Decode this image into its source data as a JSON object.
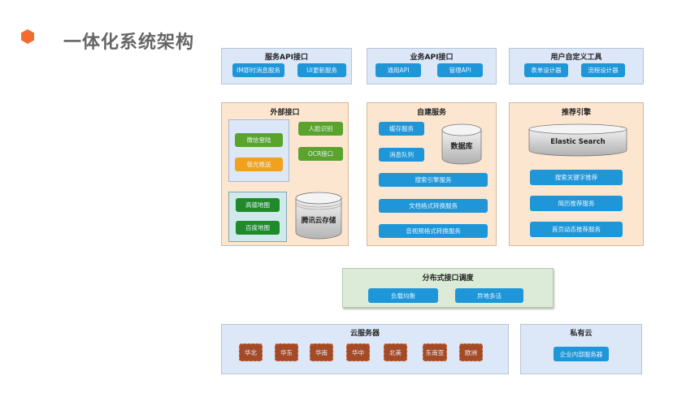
{
  "page": {
    "title": "一体化系统架构",
    "bullet_color": "#f26b2f"
  },
  "top": {
    "service_api": {
      "title": "服务API接口",
      "buttons": [
        "IM即时消息服务",
        "UI更新服务"
      ]
    },
    "business_api": {
      "title": "业务API接口",
      "buttons": [
        "通用API",
        "管理API"
      ]
    },
    "user_tools": {
      "title": "用户自定义工具",
      "buttons": [
        "表单设计器",
        "流程设计器"
      ]
    }
  },
  "external": {
    "title": "外部接口",
    "login_push": [
      "微信登陆",
      "极光推送"
    ],
    "right": [
      "人脸识别",
      "OCR接口"
    ],
    "maps": [
      "高德地图",
      "百度地图"
    ],
    "storage": "腾讯云存储"
  },
  "selfbuilt": {
    "title": "自建服务",
    "small": [
      "缓存服务",
      "消息队列"
    ],
    "db": "数据库",
    "wide": [
      "搜索引擎服务",
      "文档格式转换服务",
      "音视频格式转换服务"
    ]
  },
  "recommend": {
    "title": "推荐引擎",
    "es": "Elastic Search",
    "buttons": [
      "搜索关键字推荐",
      "简历推荐服务",
      "首页动态推荐服务"
    ]
  },
  "dispatch": {
    "title": "分布式接口调度",
    "buttons": [
      "负载均衡",
      "异地多活"
    ]
  },
  "cloud": {
    "title": "云服务器",
    "regions": [
      "华北",
      "华东",
      "华南",
      "华中",
      "北美",
      "东南亚",
      "欧洲"
    ]
  },
  "private": {
    "title": "私有云",
    "button": "企业内部服务器"
  },
  "colors": {
    "blue_button": "#1e96d8",
    "green_button": "#5aa32c",
    "dark_green_button": "#1e8a2a",
    "orange_button": "#f1a11c",
    "region_button": "#a44a26"
  }
}
